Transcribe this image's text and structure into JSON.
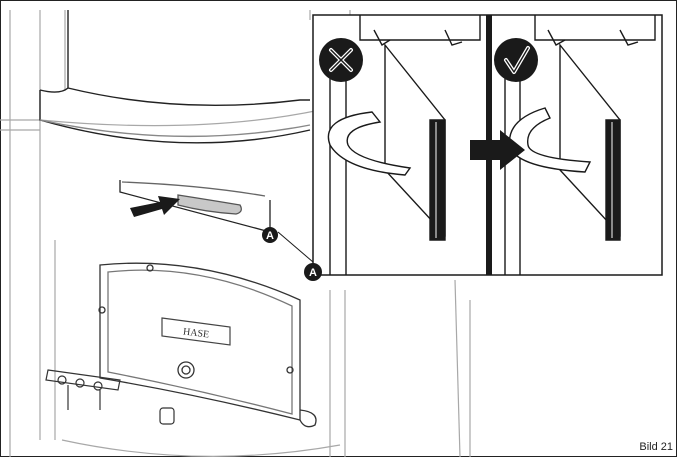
{
  "figure": {
    "caption": "Bild 21",
    "callout_label": "A",
    "brand_plate_text": "HASE",
    "icons": {
      "wrong": "cross-in-circle-icon",
      "correct": "check-in-circle-icon",
      "arrow": "right-arrow-icon"
    },
    "colors": {
      "line": "#1a1a1a",
      "background": "#ffffff",
      "icon_fill": "#1a1a1a",
      "handle_highlight": "#c8c8c8"
    }
  }
}
